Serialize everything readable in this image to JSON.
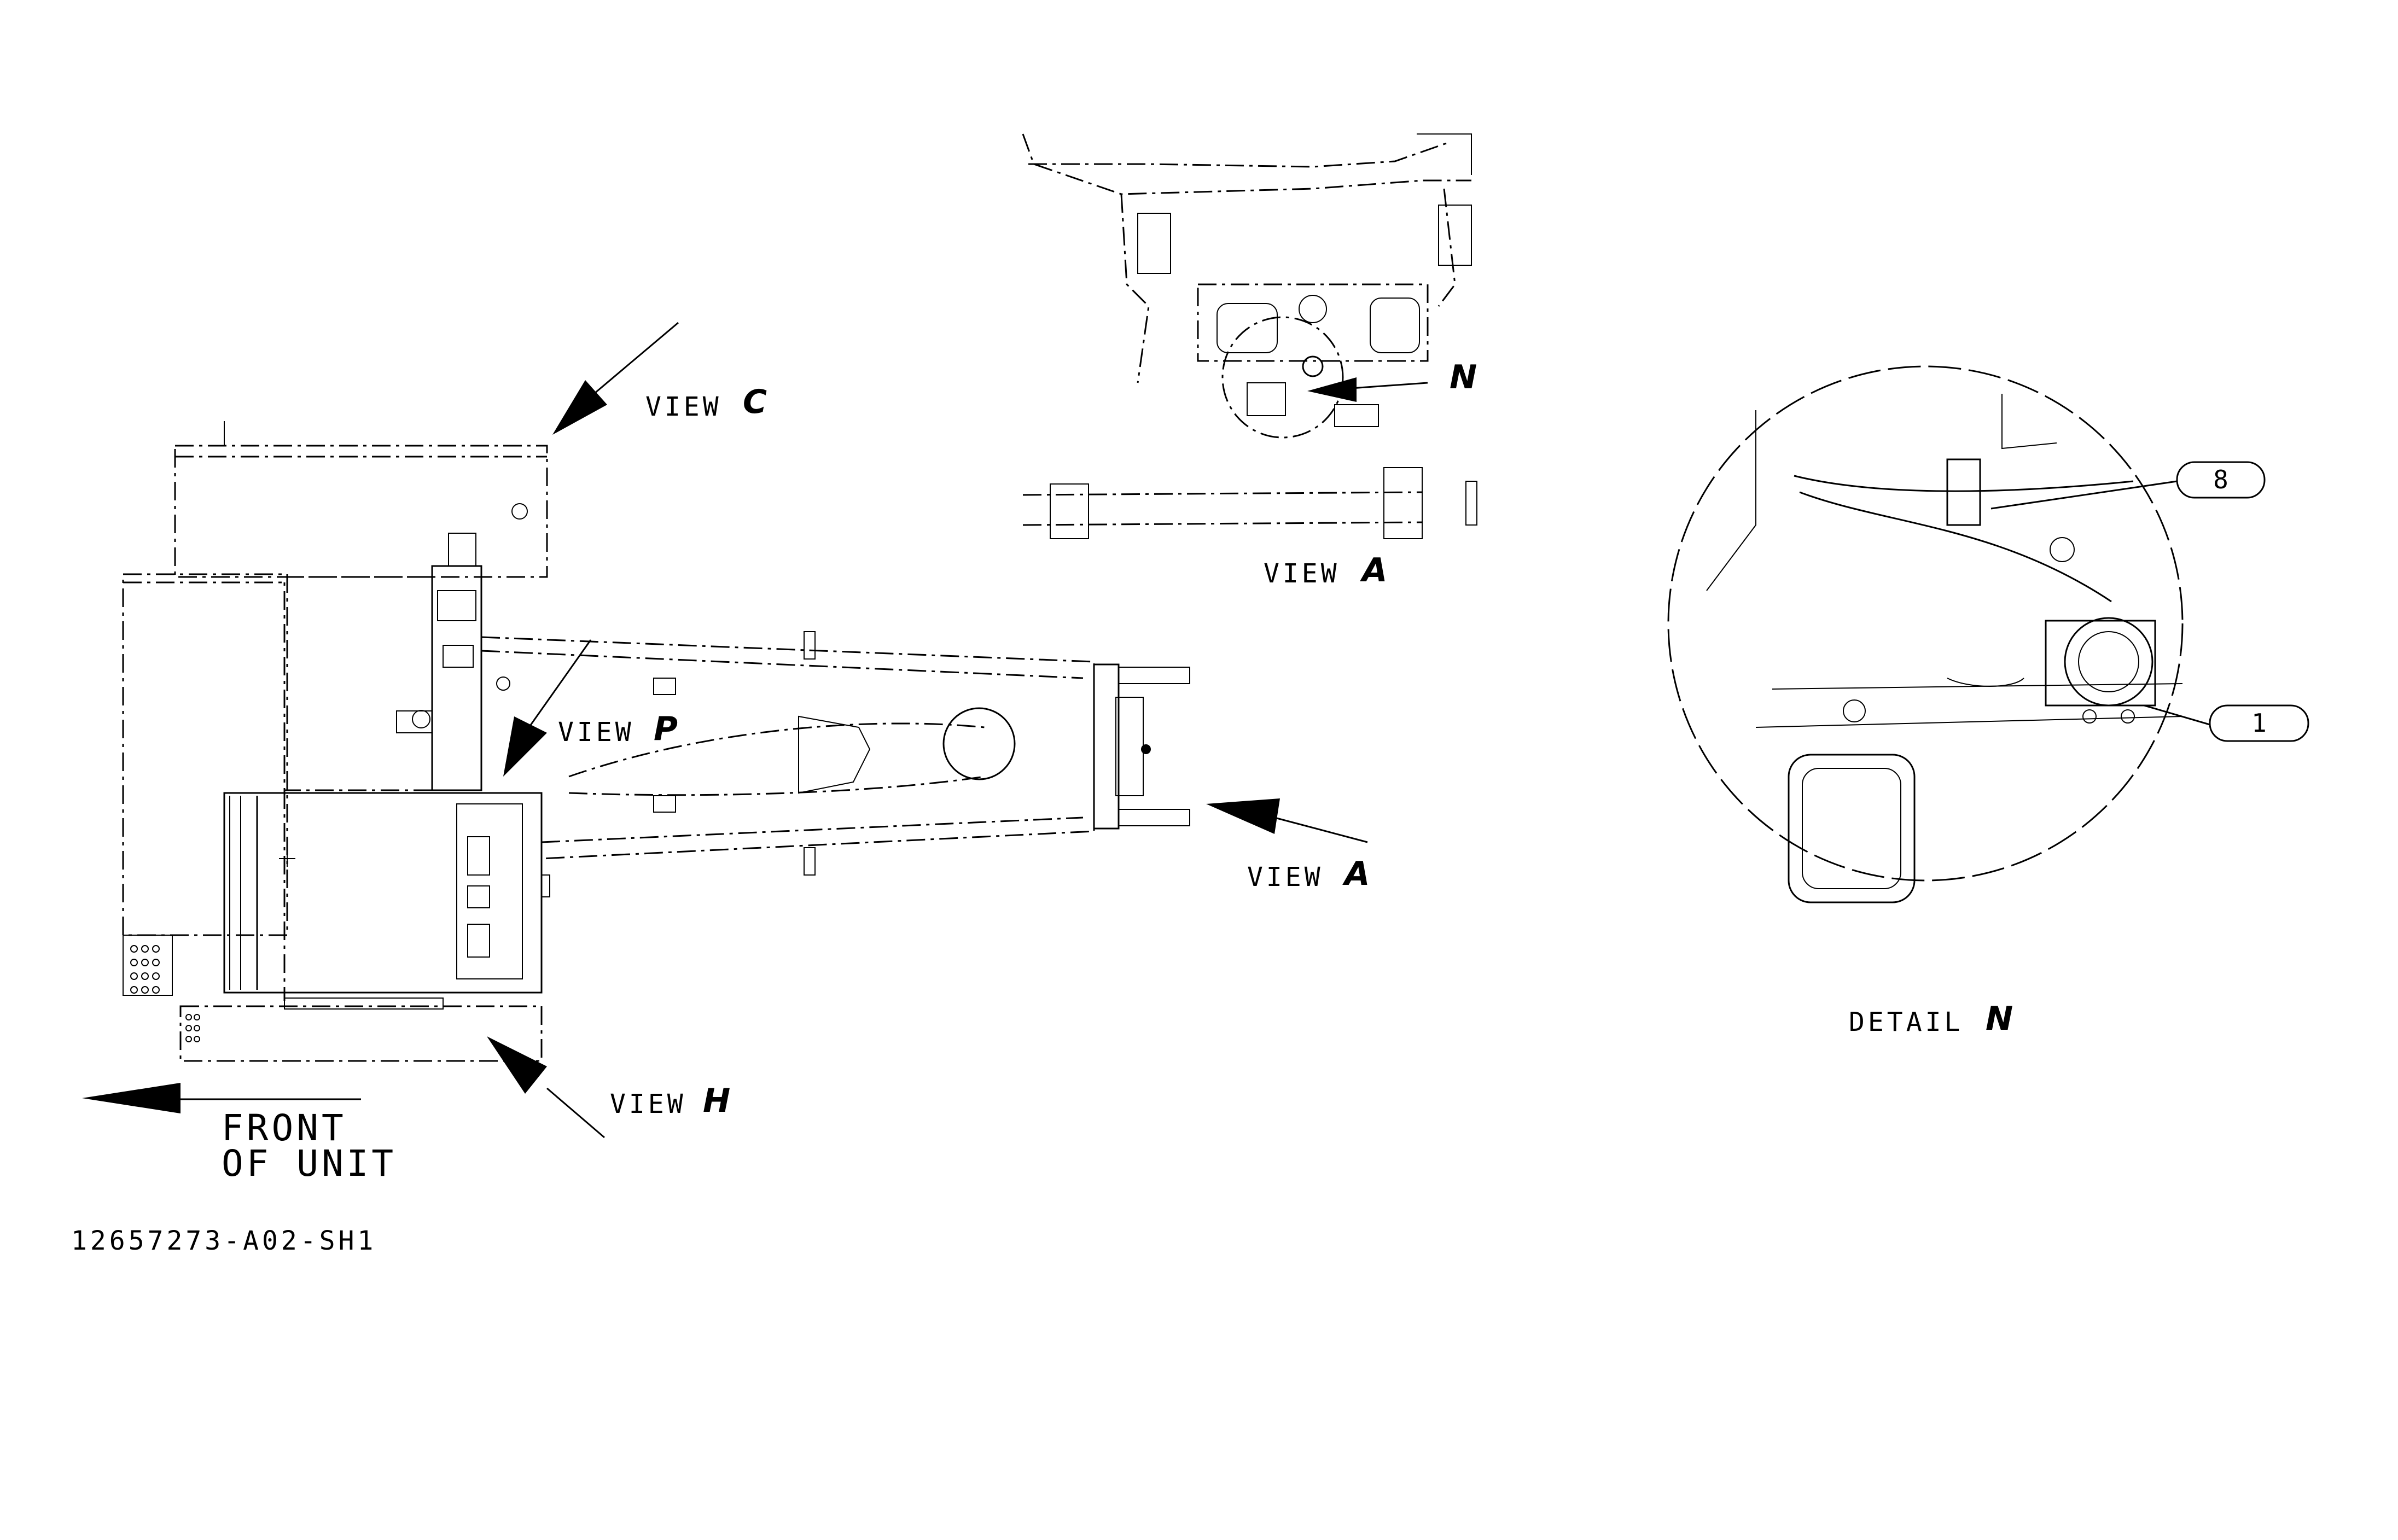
{
  "labels": {
    "view_c": {
      "word": "VIEW",
      "letter": "C"
    },
    "view_p": {
      "word": "VIEW",
      "letter": "P"
    },
    "view_a_main": {
      "word": "VIEW",
      "letter": "A"
    },
    "view_h": {
      "word": "VIEW",
      "letter": "H"
    },
    "view_a_inset": {
      "word": "VIEW",
      "letter": "A"
    },
    "detail_n": {
      "word": "DETAIL",
      "letter": "N"
    },
    "inset_n": "N",
    "front_line1": "FRONT",
    "front_line2": "OF UNIT",
    "drawing_number": "12657273-A02-SH1"
  },
  "callouts": [
    {
      "id": "8"
    },
    {
      "id": "1"
    }
  ]
}
